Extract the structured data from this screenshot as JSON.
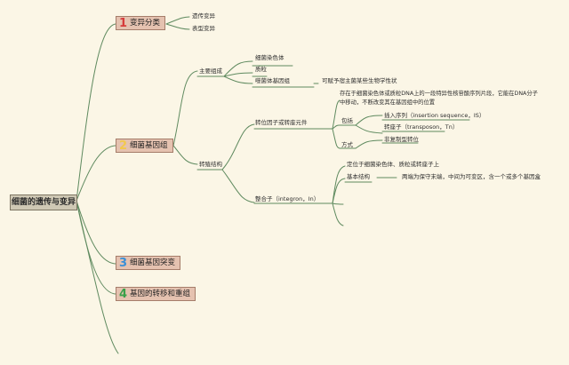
{
  "root": {
    "label": "细菌的遗传与变异"
  },
  "topics": [
    {
      "num": "1",
      "num_color": "#d63b3b",
      "label": "变异分类",
      "children": [
        {
          "label": "遗传变异"
        },
        {
          "label": "表型变异"
        }
      ]
    },
    {
      "num": "2",
      "num_color": "#f2c94c",
      "label": "细菌基因组",
      "main": {
        "label": "主要组成",
        "items": [
          {
            "label": "细菌染色体"
          },
          {
            "label": "质粒"
          },
          {
            "label": "噬菌体基因组"
          }
        ],
        "phage_note": "可赋予宿主菌某些生物学性状"
      },
      "special": {
        "label": "转殖结构",
        "transposon": {
          "label": "转位因子或转座元件",
          "desc_line1": "存在于细菌染色体或质粒DNA上的一段特异性核苷酸序列片段，它能在DNA分子",
          "desc_line2": "中移动，不断改变其在基因组中的位置",
          "include_label": "包括",
          "include_items": [
            {
              "label": "插入序列（insertion sequence，IS）"
            },
            {
              "label": "转座子（transposon，Tn）"
            }
          ],
          "mode_label": "方式",
          "mode_value": "非复制型转位"
        },
        "integron": {
          "label": "整合子（integron，In）",
          "location": "定位于细菌染色体、质粒或转座子上",
          "structure_label": "基本结构",
          "structure_value": "两端为保守末端，中间为可变区，含一个或多个基因盒"
        }
      }
    },
    {
      "num": "3",
      "num_color": "#3a8fd6",
      "label": "细菌基因突变"
    },
    {
      "num": "4",
      "num_color": "#3aa04a",
      "label": "基因的转移和重组"
    }
  ],
  "colors": {
    "link": "#5f8a5f",
    "background": "#fbf6e6",
    "topic_fill": "#e5c2b0",
    "root_fill": "#cfc8b4"
  }
}
